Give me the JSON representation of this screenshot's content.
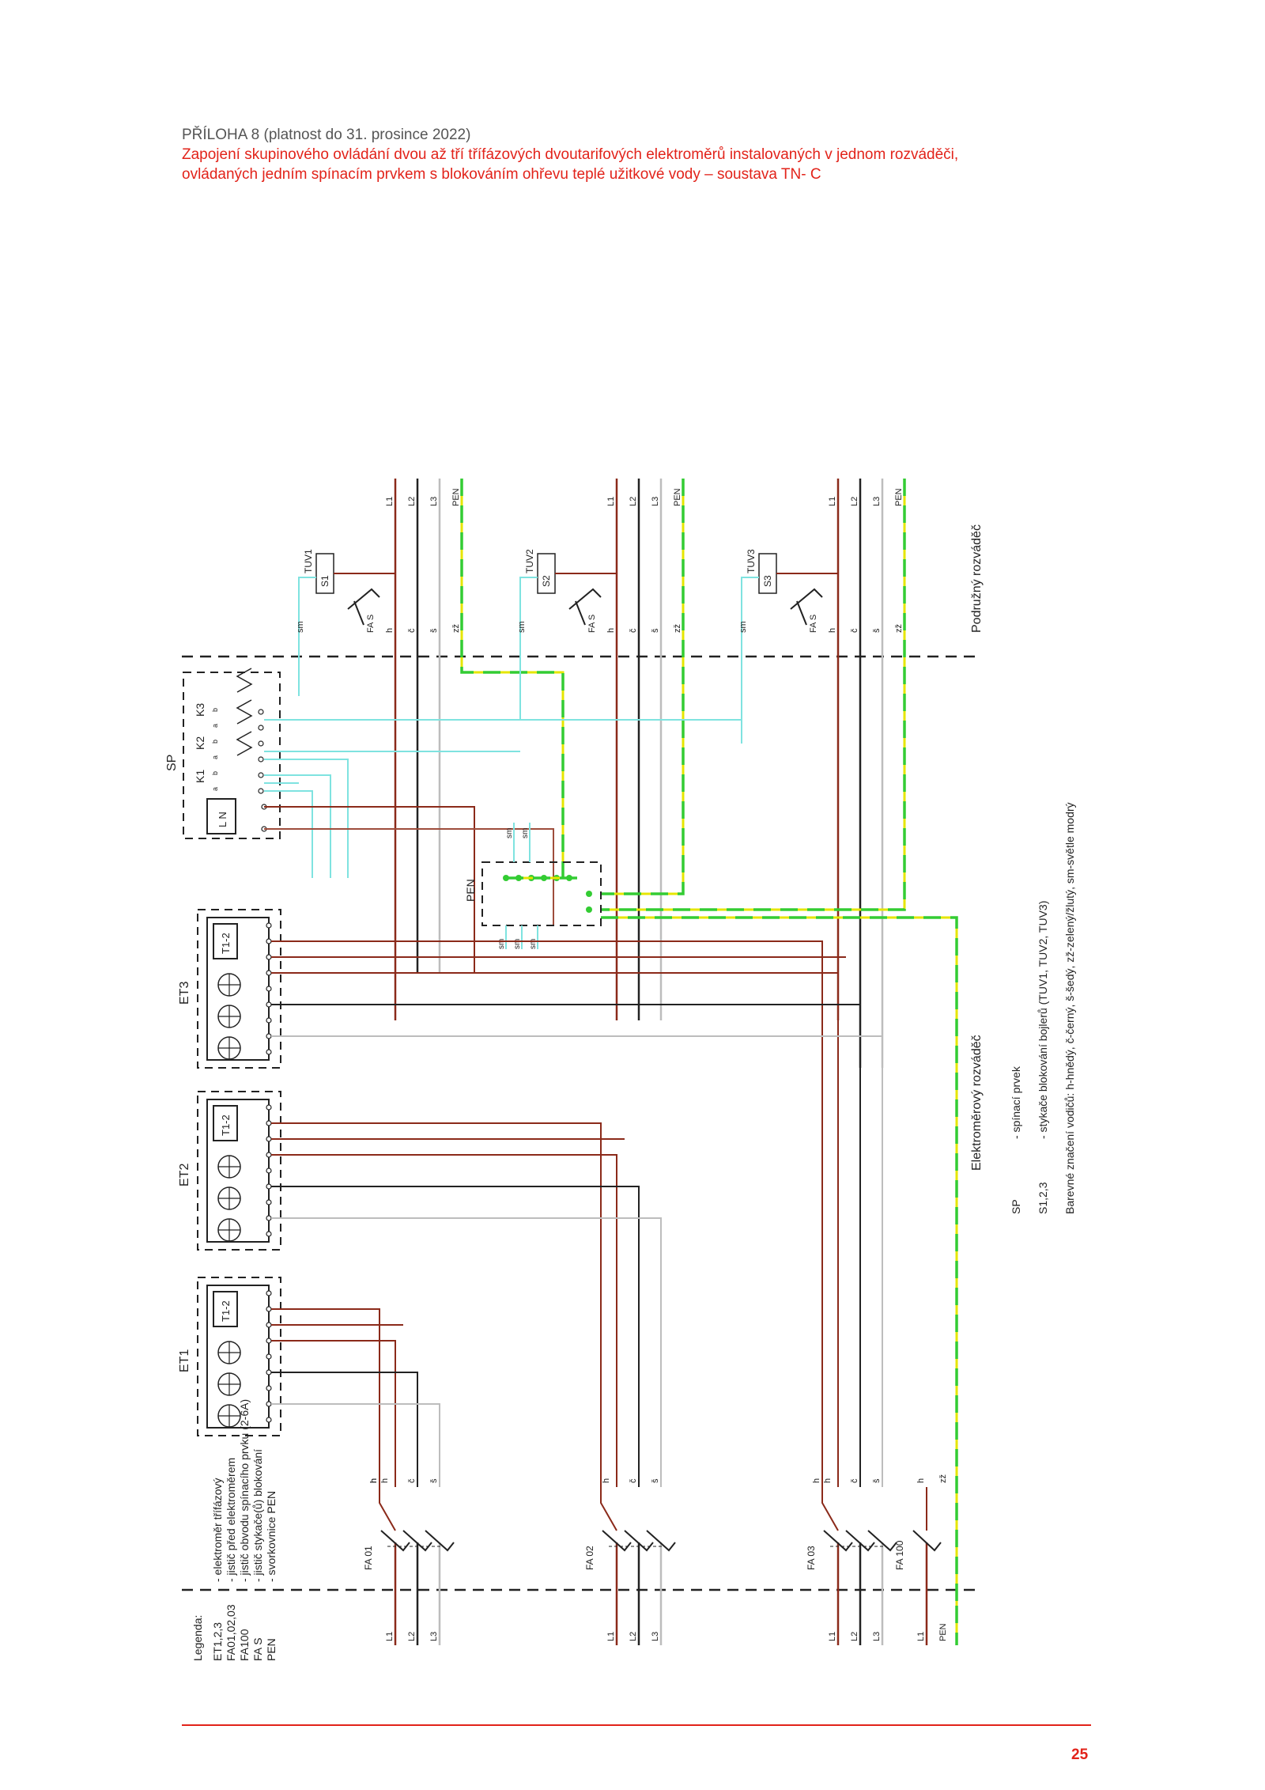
{
  "header": {
    "line1": "PŘÍLOHA 8 (platnost do 31. prosince 2022)",
    "line2": "Zapojení skupinového ovládání dvou až tří třífázových dvoutarifových elektroměrů instalovaných v jednom rozváděči,",
    "line3": "ovládaných jedním spínacím prvkem s blokováním ohřevu teplé užitkové vody – soustava TN- C"
  },
  "page_number": "25",
  "colors": {
    "brown": "#8b2a1a",
    "black": "#222222",
    "grey": "#bdbdbd",
    "light_blue": "#7fe3e0",
    "green": "#33cc33",
    "yellow": "#e6e600",
    "red": "#e2231a"
  },
  "diagram": {
    "sections": {
      "meter_board": "Elektroměrový rozváděč",
      "sub_board": "Podružný rozváděč"
    },
    "meters": [
      "ET1",
      "ET2",
      "ET3"
    ],
    "tariff_label": "T1-2",
    "sp": {
      "label": "SP",
      "contactors": [
        "K1",
        "K2",
        "K3"
      ],
      "ln": "L N",
      "contacts": [
        "a",
        "b",
        "a",
        "b",
        "a",
        "b"
      ]
    },
    "pen_terminal": "PEN",
    "breakers": [
      "FA 01",
      "FA 02",
      "FA 03",
      "FA 100"
    ],
    "boilers": [
      {
        "tuv": "TUV1",
        "s": "S1",
        "fas": "FA S"
      },
      {
        "tuv": "TUV2",
        "s": "S2",
        "fas": "FA S"
      },
      {
        "tuv": "TUV3",
        "s": "S3",
        "fas": "FA S"
      }
    ],
    "top_bus_labels": [
      "L1",
      "L2",
      "L3",
      "PEN"
    ],
    "sub_wire_labels": [
      "h",
      "č",
      "š",
      "zž"
    ],
    "bottom_bus_labels": {
      "group": [
        "L1",
        "L2",
        "L3"
      ],
      "last": [
        "L1",
        "L2",
        "L3",
        "L1",
        "PEN"
      ]
    },
    "meter_wire_labels": {
      "group": [
        "h",
        "h",
        "č",
        "š"
      ],
      "last": [
        "h",
        "h",
        "č",
        "š",
        "h",
        "zž"
      ]
    },
    "sm": "sm"
  },
  "legend": {
    "title": "Legenda:",
    "items": [
      {
        "key": "ET1,2,3",
        "desc": "- elektroměr třífázový"
      },
      {
        "key": "FA01,02,03",
        "desc": "- jistič před elektroměrem"
      },
      {
        "key": "FA100",
        "desc": "- jistič obvodu spínacího prvku (2-6A)"
      },
      {
        "key": "FA S",
        "desc": "- jistič stykače(ů) blokování"
      },
      {
        "key": "PEN",
        "desc": "- svorkovnice PEN"
      }
    ],
    "items2": [
      {
        "key": "SP",
        "desc": "- spínací prvek"
      },
      {
        "key": "S1,2,3",
        "desc": "- stykače blokování bojlerů (TUV1, TUV2, TUV3)"
      }
    ],
    "colors_note": "Barevné značení vodičů: h-hnědý, č-černý, š-šedý, zž-zelený/žlutý, sm-světle modrý"
  }
}
